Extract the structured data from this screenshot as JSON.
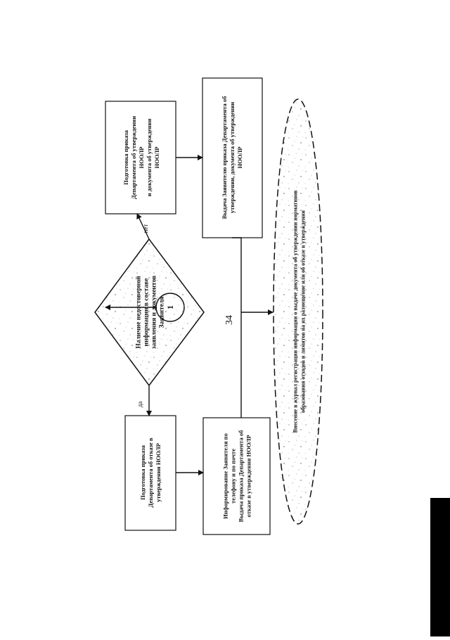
{
  "page_number": "34",
  "connector_label": "1",
  "decision": {
    "lines": [
      "Наличие недостоверной",
      "информации в составе",
      "заявления и документов",
      "Заявителя"
    ]
  },
  "branches": {
    "yes": "да",
    "no": "нет"
  },
  "boxes": {
    "approval_order": [
      "Подготовка приказа",
      "Департамента об утверждении",
      "НООЛР",
      "и документа об утверждении",
      "НООЛР"
    ],
    "issue_approval": [
      "Выдача Заявителю приказа Департамента об",
      "утверждении, документа об утверждении",
      "НООЛР"
    ],
    "refusal_order": [
      "Подготовка приказа",
      "Департамента об отказе в",
      "утверждении НООЛР"
    ],
    "inform_applicant": [
      "Информирование Заявителя по",
      "телефону и по почте",
      "Выдача приказа Департамента об",
      "отказе в утверждении НООЛР"
    ]
  },
  "terminal": {
    "lines": [
      "Внесение в журнал регистрации информации о выдаче документа об утверждении нормативов",
      "образования отходов и лимитов на их размещение или об отказе в утверждении"
    ]
  }
}
